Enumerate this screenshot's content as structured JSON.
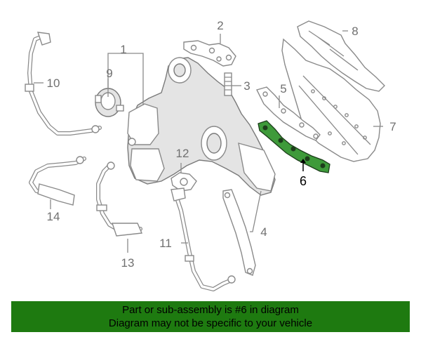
{
  "callouts": {
    "c1": "1",
    "c2": "2",
    "c3": "3",
    "c4": "4",
    "c5": "5",
    "c6": "6",
    "c7": "7",
    "c8": "8",
    "c9": "9",
    "c10": "10",
    "c11": "11",
    "c12": "12",
    "c13": "13",
    "c14": "14"
  },
  "highlight": {
    "part": "6",
    "color": "#3e9a3a"
  },
  "banner": {
    "line1": "Part or sub-assembly is #6 in diagram",
    "line2": "Diagram may not be specific to your vehicle",
    "background": "#1e7a10"
  }
}
